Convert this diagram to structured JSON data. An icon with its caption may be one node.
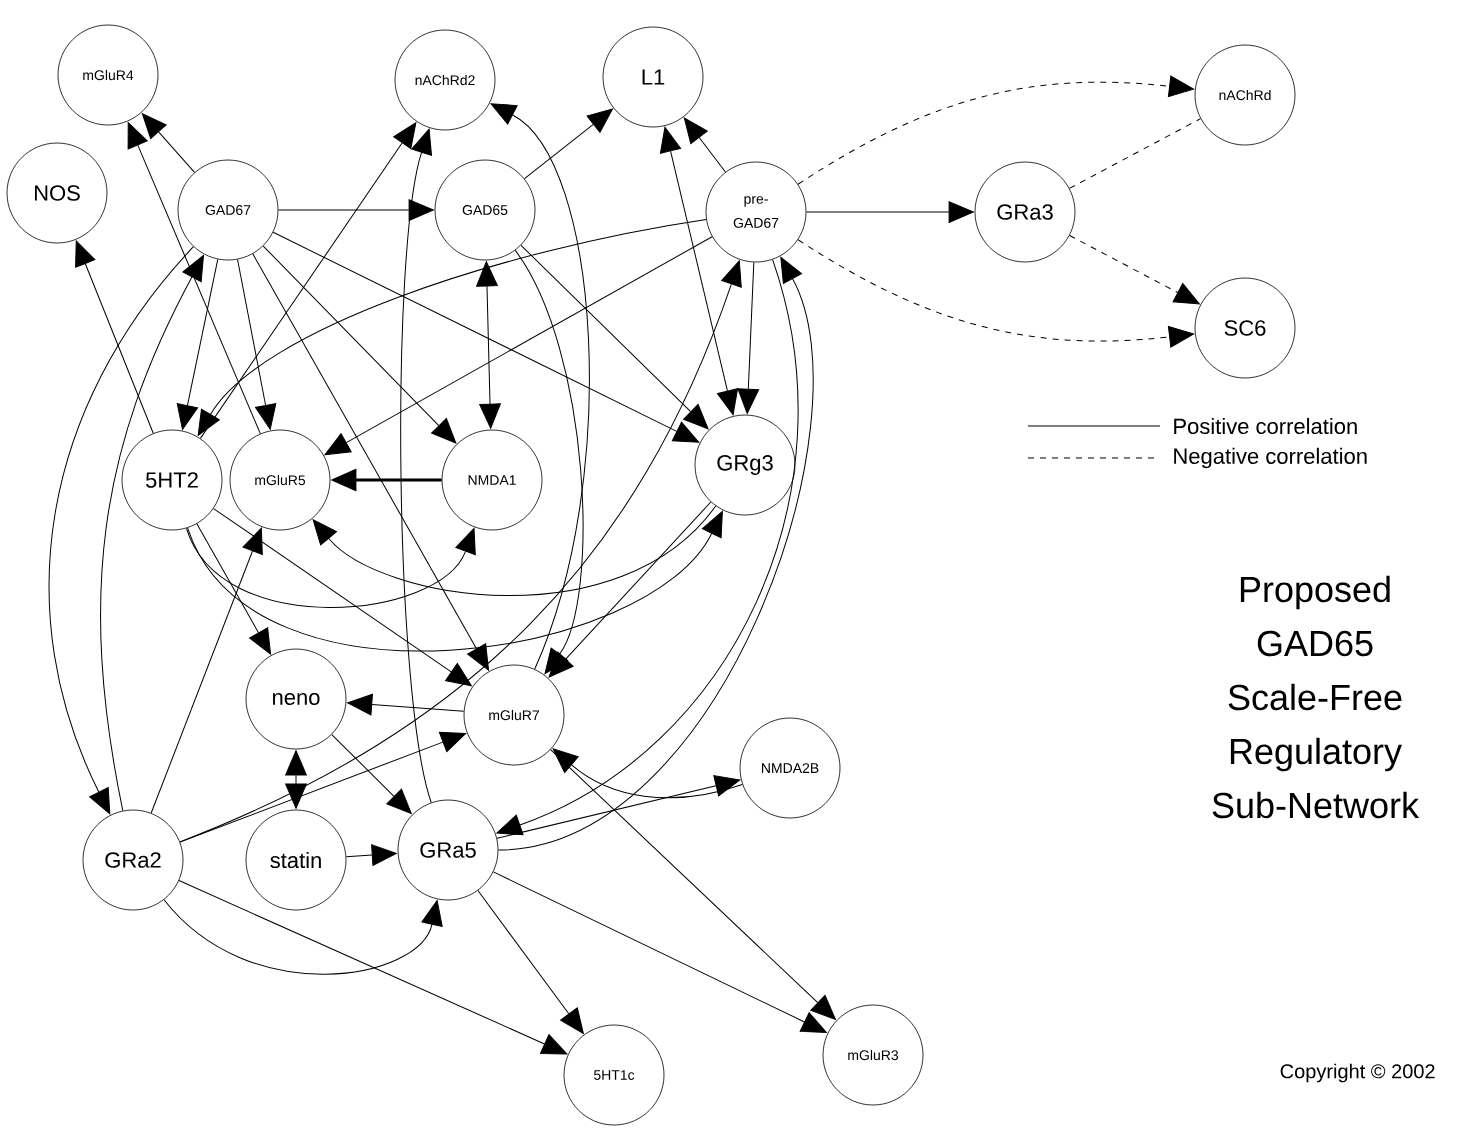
{
  "diagram": {
    "title": "Proposed GAD65 Scale-Free Regulatory Sub-Network",
    "nodes": [
      {
        "text": [
          "mGluR4"
        ]
      },
      {
        "text": [
          "nAChRd2"
        ]
      },
      {
        "text": [
          "L1"
        ]
      },
      {
        "text": [
          "nAChRd"
        ]
      },
      {
        "text": [
          "NOS"
        ]
      },
      {
        "text": [
          "GAD67"
        ]
      },
      {
        "text": [
          "GAD65"
        ]
      },
      {
        "text": [
          "pre-GAD67"
        ]
      },
      {
        "text": [
          "GRa3"
        ]
      },
      {
        "text": [
          "SC6"
        ]
      },
      {
        "text": [
          "5HT2"
        ]
      },
      {
        "text": [
          "mGluR5"
        ]
      },
      {
        "text": [
          "NMDA1"
        ]
      },
      {
        "text": [
          "GRg3"
        ]
      },
      {
        "text": [
          "neno"
        ]
      },
      {
        "text": [
          "mGluR7"
        ]
      },
      {
        "text": [
          "NMDA2B"
        ]
      },
      {
        "text": [
          "GRa2"
        ]
      },
      {
        "text": [
          "statin"
        ]
      },
      {
        "text": [
          "GRa5"
        ]
      },
      {
        "text": [
          "5HT1c"
        ]
      },
      {
        "text": [
          "mGluR3"
        ]
      }
    ],
    "edges": [
      {
        "from": 5,
        "to": 0,
        "arrow": "to"
      },
      {
        "from": 11,
        "to": 0,
        "arrow": "to"
      },
      {
        "from": 5,
        "to": 6,
        "arrow": "to"
      },
      {
        "from": 6,
        "to": 2,
        "arrow": "to"
      },
      {
        "from": 7,
        "to": 2,
        "arrow": "to"
      },
      {
        "from": 10,
        "to": 1,
        "arrow": "to"
      },
      {
        "from": 19,
        "to": 1,
        "arrow": "to"
      },
      {
        "from": 15,
        "to": 1,
        "arrow": "to"
      },
      {
        "from": 2,
        "to": 13,
        "arrow": "both"
      },
      {
        "from": 7,
        "to": 13,
        "arrow": "to"
      },
      {
        "from": 19,
        "to": 7,
        "arrow": "to"
      },
      {
        "from": 17,
        "to": 7,
        "arrow": "to"
      },
      {
        "from": 7,
        "to": 8,
        "arrow": "to"
      },
      {
        "from": 7,
        "to": 3,
        "arrow": "to",
        "style": "dashed"
      },
      {
        "from": 7,
        "to": 9,
        "arrow": "to",
        "style": "dashed"
      },
      {
        "from": 8,
        "to": 3,
        "arrow": "none",
        "style": "dashed"
      },
      {
        "from": 8,
        "to": 9,
        "arrow": "to",
        "style": "dashed"
      },
      {
        "from": 7,
        "to": 10,
        "arrow": "to"
      },
      {
        "from": 7,
        "to": 11,
        "arrow": "to"
      },
      {
        "from": 5,
        "to": 10,
        "arrow": "to"
      },
      {
        "from": 5,
        "to": 11,
        "arrow": "to"
      },
      {
        "from": 5,
        "to": 12,
        "arrow": "to"
      },
      {
        "from": 5,
        "to": 13,
        "arrow": "to"
      },
      {
        "from": 5,
        "to": 15,
        "arrow": "to"
      },
      {
        "from": 6,
        "to": 12,
        "arrow": "both"
      },
      {
        "from": 6,
        "to": 13,
        "arrow": "to"
      },
      {
        "from": 6,
        "to": 15,
        "arrow": "to"
      },
      {
        "from": 12,
        "to": 11,
        "arrow": "to",
        "style": "thick"
      },
      {
        "from": 10,
        "to": 12,
        "arrow": "to"
      },
      {
        "from": 10,
        "to": 13,
        "arrow": "to"
      },
      {
        "from": 10,
        "to": 14,
        "arrow": "to"
      },
      {
        "from": 10,
        "to": 15,
        "arrow": "to"
      },
      {
        "from": 15,
        "to": 14,
        "arrow": "to"
      },
      {
        "from": 14,
        "to": 18,
        "arrow": "both"
      },
      {
        "from": 18,
        "to": 19,
        "arrow": "to"
      },
      {
        "from": 14,
        "to": 19,
        "arrow": "to"
      },
      {
        "from": 17,
        "to": 11,
        "arrow": "to"
      },
      {
        "from": 17,
        "to": 15,
        "arrow": "to"
      },
      {
        "from": 17,
        "to": 19,
        "arrow": "to"
      },
      {
        "from": 17,
        "to": 20,
        "arrow": "to"
      },
      {
        "from": 19,
        "to": 16,
        "arrow": "to"
      },
      {
        "from": 19,
        "to": 21,
        "arrow": "to"
      },
      {
        "from": 19,
        "to": 20,
        "arrow": "to"
      },
      {
        "from": 15,
        "to": 21,
        "arrow": "to"
      },
      {
        "from": 13,
        "to": 15,
        "arrow": "to"
      },
      {
        "from": 13,
        "to": 11,
        "arrow": "to"
      },
      {
        "from": 7,
        "to": 19,
        "arrow": "to"
      },
      {
        "from": 10,
        "to": 4,
        "arrow": "to"
      },
      {
        "from": 17,
        "to": 5,
        "arrow": "to"
      },
      {
        "from": 5,
        "to": 17,
        "arrow": "to"
      },
      {
        "from": 16,
        "to": 15,
        "arrow": "to"
      }
    ],
    "labels": [
      "Copyright © 2002"
    ],
    "legend": [
      {
        "text": "Positive correlation"
      },
      {
        "text": "Negative correlation"
      }
    ]
  }
}
